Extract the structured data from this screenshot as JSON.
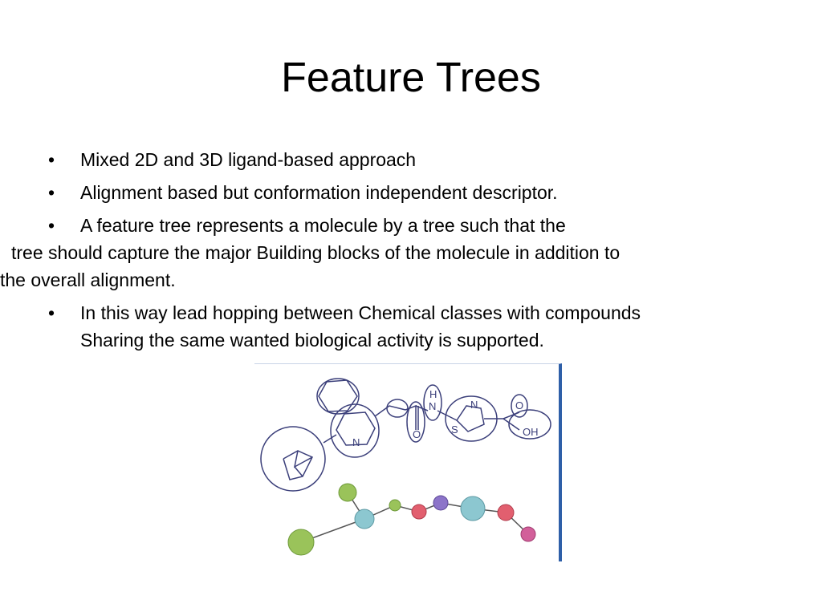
{
  "slide": {
    "title": "Feature Trees",
    "bullets": [
      {
        "marker": "•",
        "text": "Mixed 2D and 3D ligand-based approach"
      },
      {
        "marker": "•",
        "text": "Alignment based but conformation independent descriptor."
      },
      {
        "marker": "•",
        "text": "A feature tree represents a  molecule by a tree such that the"
      }
    ],
    "continuation": {
      "line1": "tree should capture the major Building blocks of the molecule in addition to",
      "line2": "the overall alignment."
    },
    "last_bullet": {
      "marker": "•",
      "line1": "In this way lead hopping between Chemical classes with compounds",
      "line2": "Sharing the same wanted biological activity is supported."
    },
    "figure": {
      "atom_labels": {
        "n_pyridine": "N",
        "nh_h": "H",
        "nh_n": "N",
        "carbonyl_o": "O",
        "thiazole_n": "N",
        "thiazole_s": "S",
        "acid_o": "O",
        "acid_oh": "OH"
      },
      "node_colors": {
        "green": "#9ac35a",
        "teal": "#8cc7d0",
        "red": "#e25f6f",
        "purple": "#8c74c9",
        "pink": "#d25f9a"
      },
      "outline_color": "#3b3f7a",
      "frame_color": "#2e5fa8"
    }
  }
}
